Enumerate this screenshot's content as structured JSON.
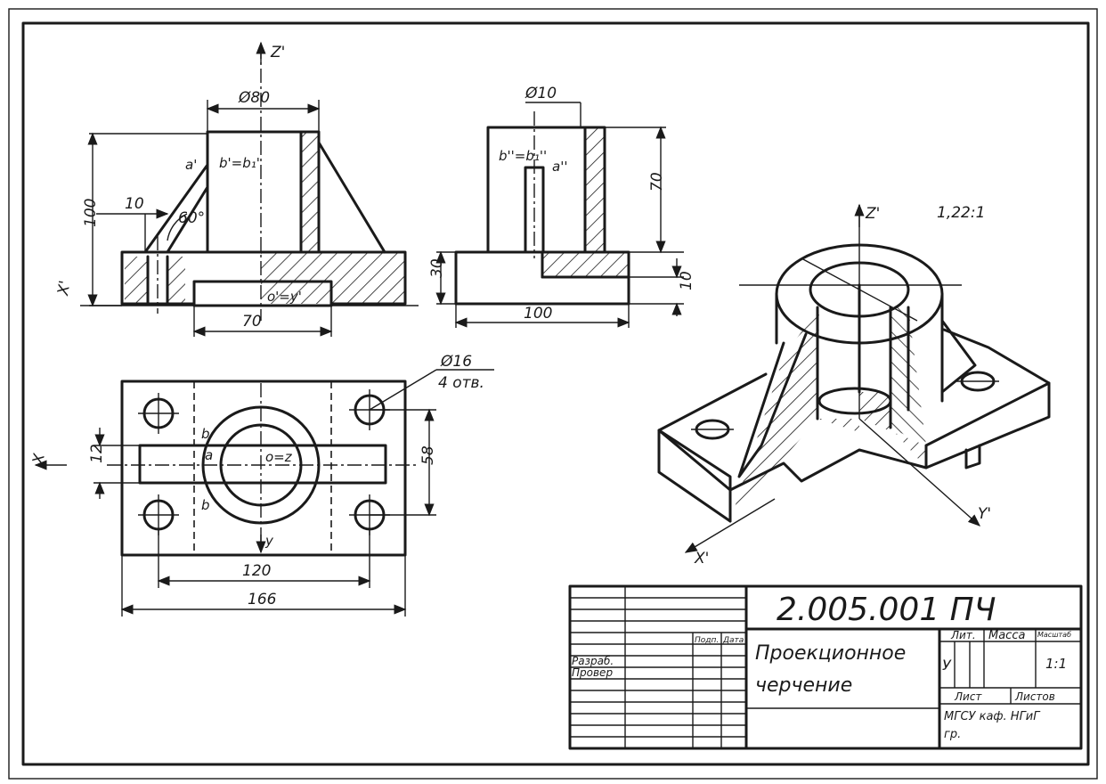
{
  "title_block": {
    "designation": "2.005.001 ПЧ",
    "name_line1": "Проекционное",
    "name_line2": "черчение",
    "col_sign": "Подп.",
    "col_date": "Дата",
    "row_developed": "Разраб.",
    "row_checked": "Провер",
    "hdr_lit": "Лит.",
    "hdr_mass": "Масса",
    "hdr_scale": "Масштаб",
    "lit_value": "У",
    "scale_value": "1:1",
    "sheet_label": "Лист",
    "sheets_label": "Листов",
    "org_line1": "МГСУ каф. НГиГ",
    "org_line2": "гр."
  },
  "front_view": {
    "dim_d80": "Ø80",
    "dim_100": "100",
    "dim_10": "10",
    "dim_60": "60°",
    "dim_70": "70",
    "axis_z": "Z'",
    "axis_x": "X'",
    "pt_a": "a'",
    "pt_b": "b'=b₁'",
    "pt_o": "o'=y'"
  },
  "side_view": {
    "dim_d10": "Ø10",
    "dim_70": "70",
    "dim_30": "30",
    "dim_10": "10",
    "dim_100": "100",
    "pt_b": "b''=b₁''",
    "pt_a": "a''"
  },
  "top_view": {
    "dim_d16": "Ø16",
    "dim_holes": "4 отв.",
    "dim_58": "58",
    "dim_12": "12",
    "dim_120": "120",
    "dim_166": "166",
    "axis_x": "X",
    "axis_y": "y",
    "pt_o": "o=z",
    "pt_a": "a",
    "pt_b": "b",
    "pt_b1": "b"
  },
  "iso_view": {
    "scale": "1,22:1",
    "axis_z": "Z'",
    "axis_x": "X'",
    "axis_y": "Y'"
  }
}
